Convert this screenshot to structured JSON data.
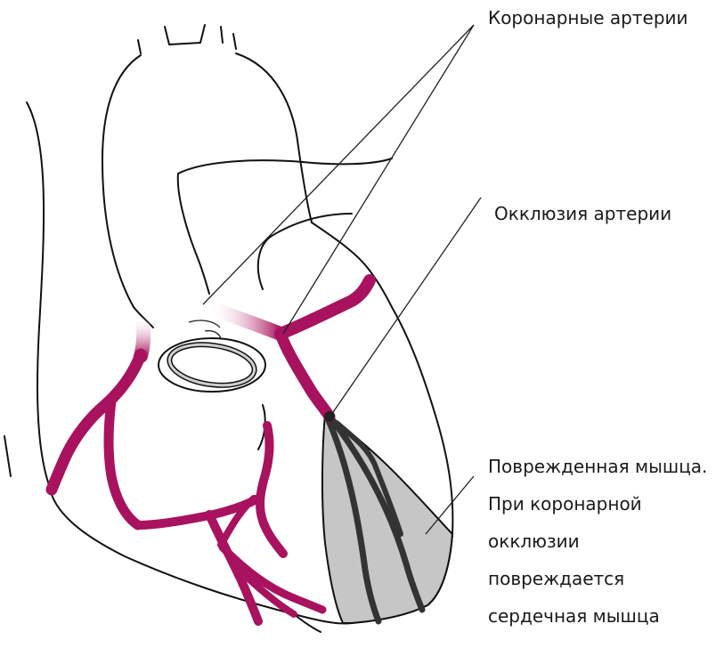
{
  "diagram": {
    "labels": {
      "coronary_arteries": "Коронарные артерии",
      "artery_occlusion": "Окклюзия артерии",
      "damaged_muscle_lines": [
        "Поврежденная мышца.",
        "При коронарной",
        "окклюзии",
        "повреждается",
        "сердечная мышца"
      ]
    },
    "colors": {
      "artery": "#a8125e",
      "damaged_area": "#c6c6c6",
      "damaged_vessels": "#333333",
      "outline": "#111111"
    }
  }
}
